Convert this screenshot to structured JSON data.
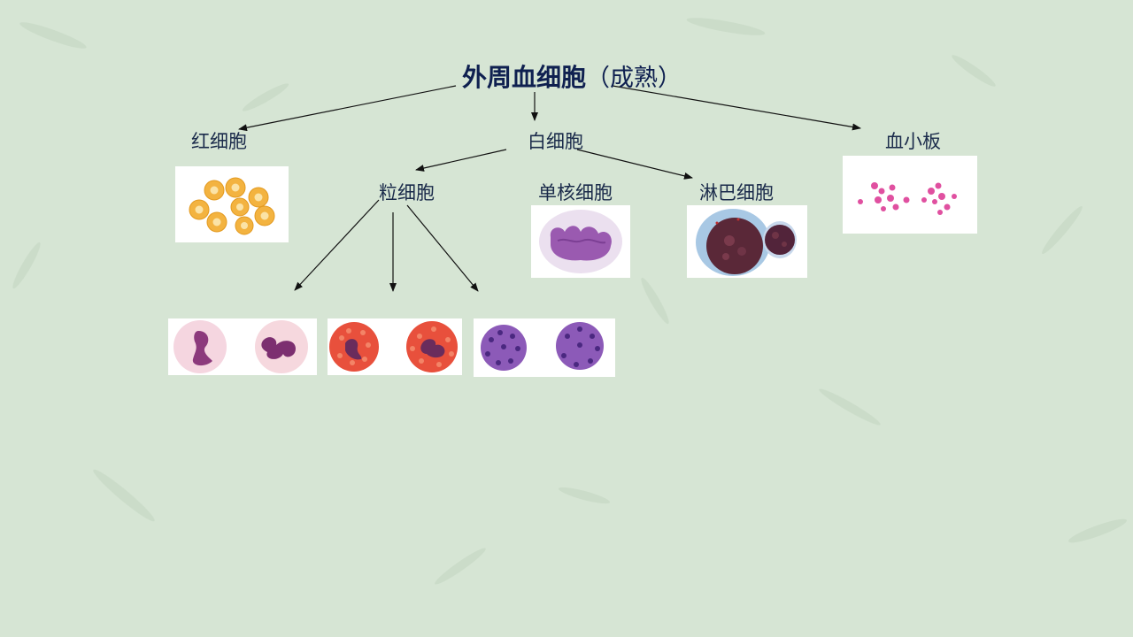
{
  "title": {
    "main": "外周血细胞",
    "sub": "（成熟）"
  },
  "labels": {
    "rbc": "红细胞",
    "wbc": "白细胞",
    "platelet": "血小板",
    "granulocyte": "粒细胞",
    "monocyte": "单核细胞",
    "lymphocyte": "淋巴细胞"
  },
  "colors": {
    "background": "#d6e5d4",
    "title": "#0f2050",
    "label": "#1a2a4a",
    "arrow": "#111111"
  }
}
